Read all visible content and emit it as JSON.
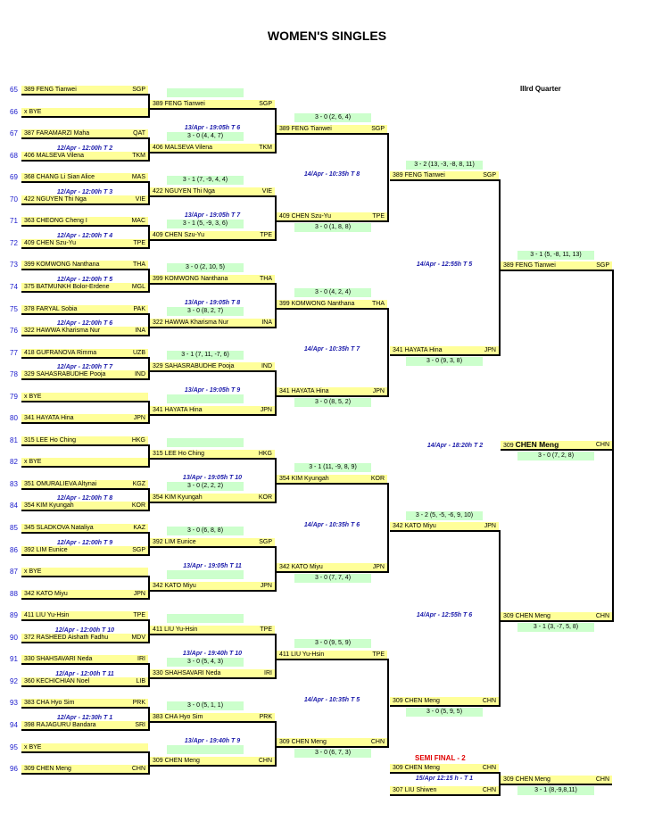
{
  "title": "WOMEN'S SINGLES",
  "quarter_label": "IIIrd Quarter",
  "semi_label": "SEMI FINAL - 2",
  "r1": [
    {
      "pos": "65",
      "text": "389 FENG Tianwei",
      "country": "SGP"
    },
    {
      "pos": "66",
      "text": "x    BYE",
      "country": ""
    },
    {
      "pos": "67",
      "text": "387 FARAMARZI Maha",
      "country": "QAT"
    },
    {
      "pos": "68",
      "text": "406 MALSEVA Vilena",
      "country": "TKM"
    },
    {
      "pos": "69",
      "text": "368 CHANG Li Sian Alice",
      "country": "MAS"
    },
    {
      "pos": "70",
      "text": "422 NGUYEN Thi Nga",
      "country": "VIE"
    },
    {
      "pos": "71",
      "text": "363 CHEONG Cheng I",
      "country": "MAC"
    },
    {
      "pos": "72",
      "text": "409 CHEN Szu-Yu",
      "country": "TPE"
    },
    {
      "pos": "73",
      "text": "399 KOMWONG Nanthana",
      "country": "THA"
    },
    {
      "pos": "74",
      "text": "375 BATMUNKH Bolor-Erdene",
      "country": "MGL"
    },
    {
      "pos": "75",
      "text": "378 FARYAL Sobia",
      "country": "PAK"
    },
    {
      "pos": "76",
      "text": "322 HAWWA Kharisma Nur",
      "country": "INA"
    },
    {
      "pos": "77",
      "text": "418 GUFRANOVA Rimma",
      "country": "UZB"
    },
    {
      "pos": "78",
      "text": "329 SAHASRABUDHE Pooja",
      "country": "IND"
    },
    {
      "pos": "79",
      "text": "x    BYE",
      "country": ""
    },
    {
      "pos": "80",
      "text": "341 HAYATA Hina",
      "country": "JPN"
    },
    {
      "pos": "81",
      "text": "315 LEE Ho Ching",
      "country": "HKG"
    },
    {
      "pos": "82",
      "text": "x    BYE",
      "country": ""
    },
    {
      "pos": "83",
      "text": "351 OMURALIEVA Altynai",
      "country": "KGZ"
    },
    {
      "pos": "84",
      "text": "354 KIM Kyungah",
      "country": "KOR"
    },
    {
      "pos": "85",
      "text": "345 SLADKOVA Nataliya",
      "country": "KAZ"
    },
    {
      "pos": "86",
      "text": "392 LIM Eunice",
      "country": "SGP"
    },
    {
      "pos": "87",
      "text": "x    BYE",
      "country": ""
    },
    {
      "pos": "88",
      "text": "342 KATO Miyu",
      "country": "JPN"
    },
    {
      "pos": "89",
      "text": "411 LIU Yu-Hsin",
      "country": "TPE"
    },
    {
      "pos": "90",
      "text": "372 RASHEED Aishath Fadhu",
      "country": "MDV"
    },
    {
      "pos": "91",
      "text": "330 SHAHSAVARI Neda",
      "country": "IRI"
    },
    {
      "pos": "92",
      "text": "360 KECHICHIAN Noel",
      "country": "LIB"
    },
    {
      "pos": "93",
      "text": "383 CHA Hyo Sim",
      "country": "PRK"
    },
    {
      "pos": "94",
      "text": "398 RAJAGURU Bandara",
      "country": "SRI"
    },
    {
      "pos": "95",
      "text": "x    BYE",
      "country": ""
    },
    {
      "pos": "96",
      "text": "309 CHEN Meng",
      "country": "CHN"
    }
  ],
  "r1_info": [
    "",
    "12/Apr - 12:00h T 2",
    "12/Apr - 12:00h T 3",
    "12/Apr - 12:00h T 4",
    "12/Apr - 12:00h T 5",
    "12/Apr - 12:00h T 6",
    "12/Apr - 12:00h T 7",
    "",
    "",
    "12/Apr - 12:00h T 8",
    "12/Apr - 12:00h T 9",
    "",
    "12/Apr - 12:00h T 10",
    "12/Apr - 12:00h T 11",
    "12/Apr - 12:30h T 1",
    ""
  ],
  "r2": [
    {
      "text": "389 FENG Tianwei",
      "country": "SGP"
    },
    {
      "text": "406 MALSEVA Vilena",
      "country": "TKM"
    },
    {
      "text": "422 NGUYEN Thi Nga",
      "country": "VIE"
    },
    {
      "text": "409 CHEN Szu-Yu",
      "country": "TPE"
    },
    {
      "text": "399 KOMWONG Nanthana",
      "country": "THA"
    },
    {
      "text": "322 HAWWA Kharisma Nur",
      "country": "INA"
    },
    {
      "text": "329 SAHASRABUDHE Pooja",
      "country": "IND"
    },
    {
      "text": "341 HAYATA Hina",
      "country": "JPN"
    },
    {
      "text": "315 LEE Ho Ching",
      "country": "HKG"
    },
    {
      "text": "354 KIM Kyungah",
      "country": "KOR"
    },
    {
      "text": "392 LIM Eunice",
      "country": "SGP"
    },
    {
      "text": "342 KATO Miyu",
      "country": "JPN"
    },
    {
      "text": "411 LIU Yu-Hsin",
      "country": "TPE"
    },
    {
      "text": "330 SHAHSAVARI Neda",
      "country": "IRI"
    },
    {
      "text": "383 CHA Hyo Sim",
      "country": "PRK"
    },
    {
      "text": "309 CHEN Meng",
      "country": "CHN"
    }
  ],
  "r2_scores": [
    "",
    "3 - 0 (4, 4, 7)",
    "3 - 1 (7, -9, 4, 4)",
    "3 - 1 (5, -9, 3, 6)",
    "3 - 0 (2, 10, 5)",
    "3 - 0 (8, 2, 7)",
    "3 - 1 (7, 11, -7, 6)",
    "",
    "",
    "3 - 0 (2, 2, 2)",
    "3 - 0 (6, 8, 8)",
    "",
    "",
    "3 - 0 (5, 4, 3)",
    "3 - 0 (5, 1, 1)",
    ""
  ],
  "r2_info": [
    "13/Apr - 19:05h T 6",
    "13/Apr - 19:05h T 7",
    "13/Apr - 19:05h T 8",
    "13/Apr - 19:05h T 9",
    "13/Apr - 19:05h T 10",
    "13/Apr - 19:05h T 11",
    "13/Apr - 19:40h T 10",
    "13/Apr - 19:40h T 9"
  ],
  "r3": [
    {
      "text": "389 FENG Tianwei",
      "country": "SGP"
    },
    {
      "text": "409 CHEN Szu-Yu",
      "country": "TPE"
    },
    {
      "text": "399 KOMWONG Nanthana",
      "country": "THA"
    },
    {
      "text": "341 HAYATA Hina",
      "country": "JPN"
    },
    {
      "text": "354 KIM Kyungah",
      "country": "KOR"
    },
    {
      "text": "342 KATO Miyu",
      "country": "JPN"
    },
    {
      "text": "411 LIU Yu-Hsin",
      "country": "TPE"
    },
    {
      "text": "309 CHEN Meng",
      "country": "CHN"
    }
  ],
  "r3_scores": [
    "3 - 0 (2, 6, 4)",
    "3 - 0 (1, 8, 8)",
    "3 - 0 (4, 2, 4)",
    "3 - 0 (8, 5, 2)",
    "3 - 1 (11, -9, 8, 9)",
    "3 - 0 (7, 7, 4)",
    "3 - 0 (9, 5, 9)",
    "3 - 0 (6, 7, 3)"
  ],
  "r3_info": [
    "14/Apr - 10:35h T 8",
    "14/Apr - 10:35h T 7",
    "14/Apr - 10:35h T 6",
    "14/Apr - 10:35h T 5"
  ],
  "r4": [
    {
      "text": "389 FENG Tianwei",
      "country": "SGP"
    },
    {
      "text": "341 HAYATA Hina",
      "country": "JPN"
    },
    {
      "text": "342 KATO Miyu",
      "country": "JPN"
    },
    {
      "text": "309 CHEN Meng",
      "country": "CHN"
    }
  ],
  "r4_scores": [
    "3 - 2 (13, -3, -8, 8, 11)",
    "3 - 0 (9, 3, 8)",
    "3 - 2 (5, -5, -6, 9, 10)",
    "3 - 0 (5, 9, 5)"
  ],
  "r4_info": [
    "14/Apr - 12:55h T 5",
    "14/Apr - 12:55h T 6"
  ],
  "r5": [
    {
      "text": "389 FENG Tianwei",
      "country": "SGP"
    },
    {
      "text": "309 CHEN Meng",
      "country": "CHN"
    }
  ],
  "r5_scores": [
    "3 - 1 (5, -8, 11, 13)",
    "3 - 1 (3, -7, 5, 8)"
  ],
  "r5_info": "14/Apr - 18:20h T 2",
  "qf_winner": {
    "num": "309",
    "name": "CHEN Meng",
    "country": "CHN"
  },
  "qf_score": "3 - 0 (7, 2, 8)",
  "semi": {
    "p1": {
      "text": "309 CHEN Meng",
      "country": "CHN"
    },
    "p2": {
      "text": "307 LIU Shiwen",
      "country": "CHN"
    },
    "info": "15/Apr 12:15 h - T 1",
    "winner": {
      "text": "309 CHEN Meng",
      "country": "CHN"
    },
    "score": "3 - 1 (8,-9,8,11)"
  }
}
